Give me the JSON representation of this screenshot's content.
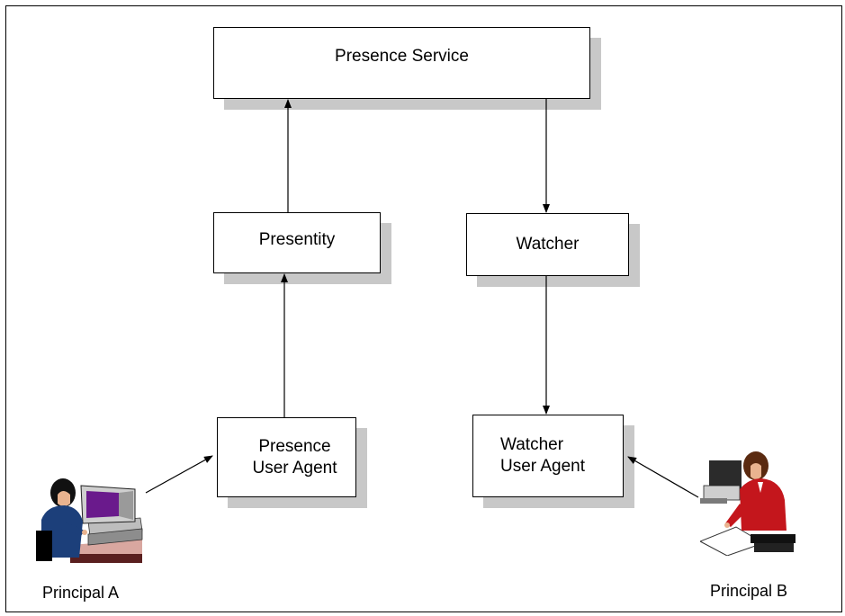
{
  "nodes": {
    "presence_service": {
      "label": "Presence Service"
    },
    "presentity": {
      "label": "Presentity"
    },
    "watcher": {
      "label": "Watcher"
    },
    "presence_user_agent": {
      "line1": "Presence",
      "line2": "User Agent"
    },
    "watcher_user_agent": {
      "line1": "Watcher",
      "line2": "User Agent"
    }
  },
  "principals": {
    "a": {
      "label": "Principal A",
      "icon": "woman-at-computer-icon"
    },
    "b": {
      "label": "Principal B",
      "icon": "woman-at-desk-writing-icon"
    }
  },
  "edges": [
    {
      "from": "Principal A",
      "to": "Presence User Agent"
    },
    {
      "from": "Presence User Agent",
      "to": "Presentity"
    },
    {
      "from": "Presentity",
      "to": "Presence Service"
    },
    {
      "from": "Presence Service",
      "to": "Watcher"
    },
    {
      "from": "Watcher",
      "to": "Watcher User Agent"
    },
    {
      "from": "Principal B",
      "to": "Watcher User Agent"
    }
  ],
  "colors": {
    "shadow": "#c8c8c8",
    "line": "#000000"
  }
}
